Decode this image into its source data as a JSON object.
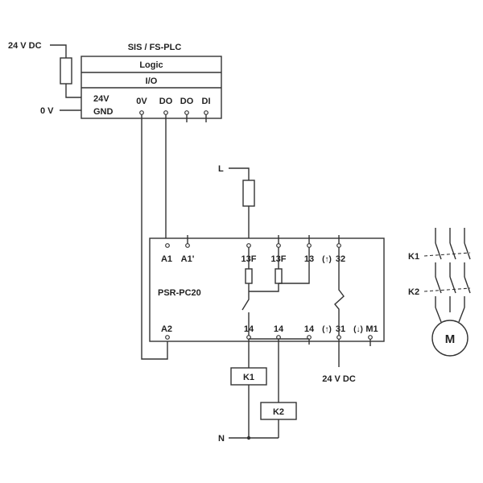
{
  "plc": {
    "title": "SIS / FS-PLC",
    "logic": "Logic",
    "io": "I/O",
    "supply_24v": "24 V DC",
    "supply_0v": "0 V",
    "pin_24v": "24V",
    "pin_gnd": "GND",
    "pin_0v": "0V",
    "pin_do1": "DO",
    "pin_do2": "DO",
    "pin_di": "DI"
  },
  "supply_line": "L",
  "neutral_line": "N",
  "relay": {
    "model": "PSR-PC20",
    "t_a1": "A1",
    "t_a1p": "A1'",
    "t_13f_1": "13F",
    "t_13f_2": "13F",
    "t_13": "13",
    "t_32": "32",
    "t_32_mark": "(↑)",
    "t_a2": "A2",
    "t_14_1": "14",
    "t_14_2": "14",
    "t_14_3": "14",
    "t_31": "31",
    "t_31_mark": "(↑)",
    "t_m1": "M1",
    "t_m1_mark": "(↓)",
    "feedback_supply": "24 V DC"
  },
  "contactors": {
    "k1": "K1",
    "k2": "K2"
  },
  "motor": {
    "label": "M"
  }
}
